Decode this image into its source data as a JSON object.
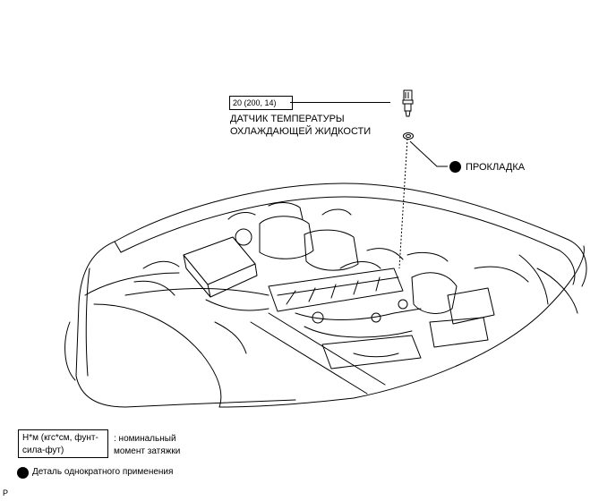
{
  "callouts": {
    "torque_value": "20 (200, 14)",
    "sensor_line1": "ДАТЧИК ТЕМПЕРАТУРЫ",
    "sensor_line2": "ОХЛАЖДАЮЩЕЙ ЖИДКОСТИ",
    "gasket_label": "ПРОКЛАДКА"
  },
  "legend": {
    "torque_units_line1": "Н*м (кгс*см, фунт-",
    "torque_units_line2": "сила-фут)",
    "torque_desc_line1": ": номинальный",
    "torque_desc_line2": "момент затяжки",
    "non_reusable_label": "Деталь однократного применения"
  },
  "corner_label": "P"
}
